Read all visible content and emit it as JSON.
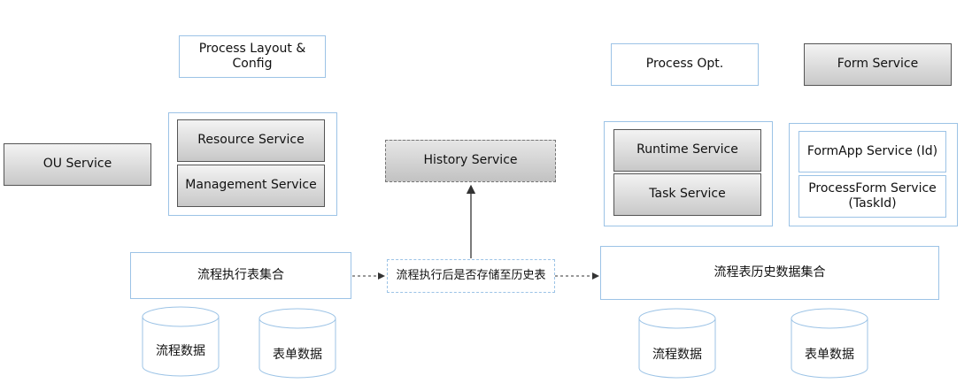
{
  "nodes": {
    "process_layout": "Process Layout & Config",
    "process_opt": "Process Opt.",
    "form_service": "Form Service",
    "ou_service": "OU Service",
    "resource_service": "Resource Service",
    "management_service": "Management Service",
    "history_service": "History Service",
    "runtime_service": "Runtime Service",
    "task_service": "Task Service",
    "formapp_service": "FormApp Service (Id)",
    "processform_service": "ProcessForm Service\n(TaskId)",
    "runtime_tables": "流程执行表集合",
    "decision": "流程执行后是否存储至历史表",
    "history_tables": "流程表历史数据集合"
  },
  "databases": {
    "left_process_data": "流程数据",
    "left_form_data": "表单数据",
    "right_process_data": "流程数据",
    "right_form_data": "表单数据"
  },
  "colors": {
    "outline": "#9cc3e6",
    "arrow": "#333333"
  }
}
